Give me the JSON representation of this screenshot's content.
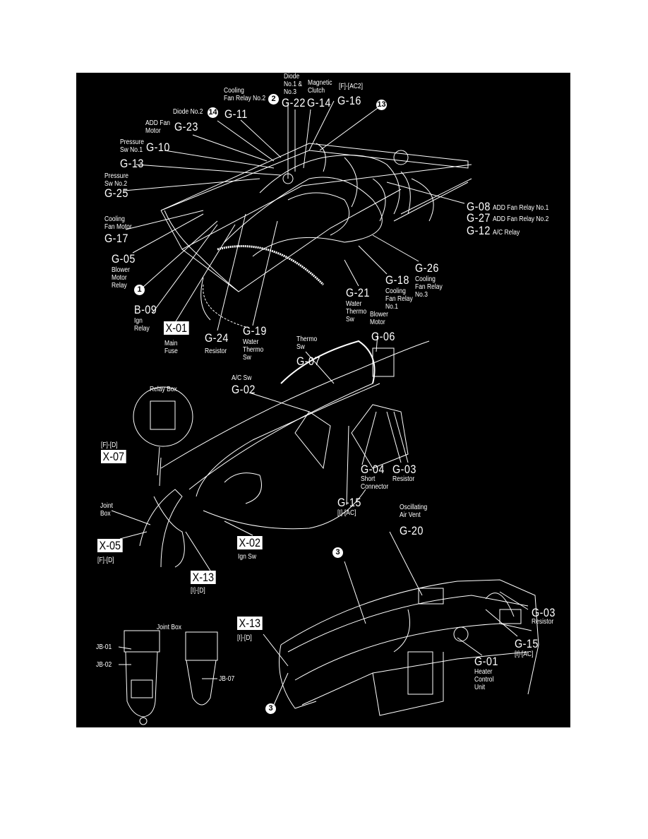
{
  "diagram": {
    "top_view": {
      "diode_13": {
        "desc": "Diode\nNo.1 &\nNo.3",
        "code": "G-22"
      },
      "magnetic_clutch": {
        "desc": "Magnetic\nClutch",
        "code": "G-14"
      },
      "g16": {
        "desc": "[F]-[AC2]",
        "code": "G-16"
      },
      "cooling_fan_relay_2": {
        "desc": "Cooling\nFan Relay No.2",
        "code": "G-11"
      },
      "diode_2": {
        "desc": "Diode No.2"
      },
      "add_fan_motor": {
        "desc": "ADD Fan\nMotor",
        "code": "G-23"
      },
      "pressure_sw_1": {
        "desc": "Pressure\nSw No.1",
        "code": "G-10"
      },
      "g13": {
        "code": "G-13"
      },
      "pressure_sw_2": {
        "desc": "Pressure\nSw No.2",
        "code": "G-25"
      },
      "cooling_fan_motor": {
        "desc": "Cooling\nFan Motor",
        "code": "G-17"
      },
      "blower_motor_relay": {
        "code": "G-05",
        "desc": "Blower\nMotor\nRelay"
      },
      "ign_relay": {
        "code": "B-09",
        "desc": "Ign\nRelay"
      },
      "main_fuse": {
        "code": "X-01",
        "desc": "Main\nFuse"
      },
      "resistor": {
        "code": "G-24",
        "desc": "Resistor"
      },
      "water_thermo_sw_1": {
        "code": "G-19",
        "desc": "Water\nThermo\nSw"
      },
      "water_thermo_sw_2": {
        "code": "G-21",
        "desc": "Water\nThermo\nSw"
      },
      "cooling_fan_relay_1": {
        "code": "G-18",
        "desc": "Cooling\nFan Relay\nNo.1"
      },
      "cooling_fan_relay_3": {
        "code": "G-26",
        "desc": "Cooling\nFan Relay\nNo.3"
      },
      "right_group": [
        {
          "code": "G-08",
          "desc": "ADD Fan Relay No.1"
        },
        {
          "code": "G-27",
          "desc": "ADD Fan Relay No.2"
        },
        {
          "code": "G-12",
          "desc": "A/C Relay"
        }
      ],
      "callouts": [
        "2",
        "13",
        "14",
        "1"
      ]
    },
    "dash_view": {
      "blower_motor": {
        "desc": "Blower\nMotor",
        "code": "G-06"
      },
      "thermo_sw": {
        "desc": "Thermo\nSw",
        "code": "G-07"
      },
      "ac_sw": {
        "desc": "A/C Sw",
        "code": "G-02"
      },
      "relay_box": {
        "desc": "Relay Box"
      },
      "x07": {
        "desc": "[F]-[D]",
        "code": "X-07"
      },
      "joint_box": {
        "desc": "Joint\nBox"
      },
      "x05": {
        "code": "X-05",
        "desc": "[F]-[D]"
      },
      "ign_sw": {
        "code": "X-02",
        "desc": "Ign Sw"
      },
      "x13": {
        "code": "X-13",
        "desc": "[I]-[D]"
      },
      "short_connector": {
        "code": "G-04",
        "desc": "Short\nConnector"
      },
      "resistor": {
        "code": "G-03",
        "desc": "Resistor"
      },
      "g15": {
        "code": "G-15",
        "desc": "[I]-[AC]"
      }
    },
    "panel_view": {
      "air_vent": {
        "desc": "Oscillating\nAir Vent",
        "code": "G-20"
      },
      "resistor": {
        "code": "G-03",
        "desc": "Resistor"
      },
      "g15": {
        "code": "G-15",
        "desc": "[I]-[AC]"
      },
      "heater_control": {
        "code": "G-01",
        "desc": "Heater\nControl\nUnit"
      },
      "x13": {
        "code": "X-13",
        "desc": "[I]-[D]"
      },
      "callouts": [
        "3",
        "3"
      ]
    },
    "joint_box_view": {
      "title": "Joint Box",
      "jb01": "JB-01",
      "jb02": "JB-02",
      "jb07": "JB-07"
    }
  }
}
